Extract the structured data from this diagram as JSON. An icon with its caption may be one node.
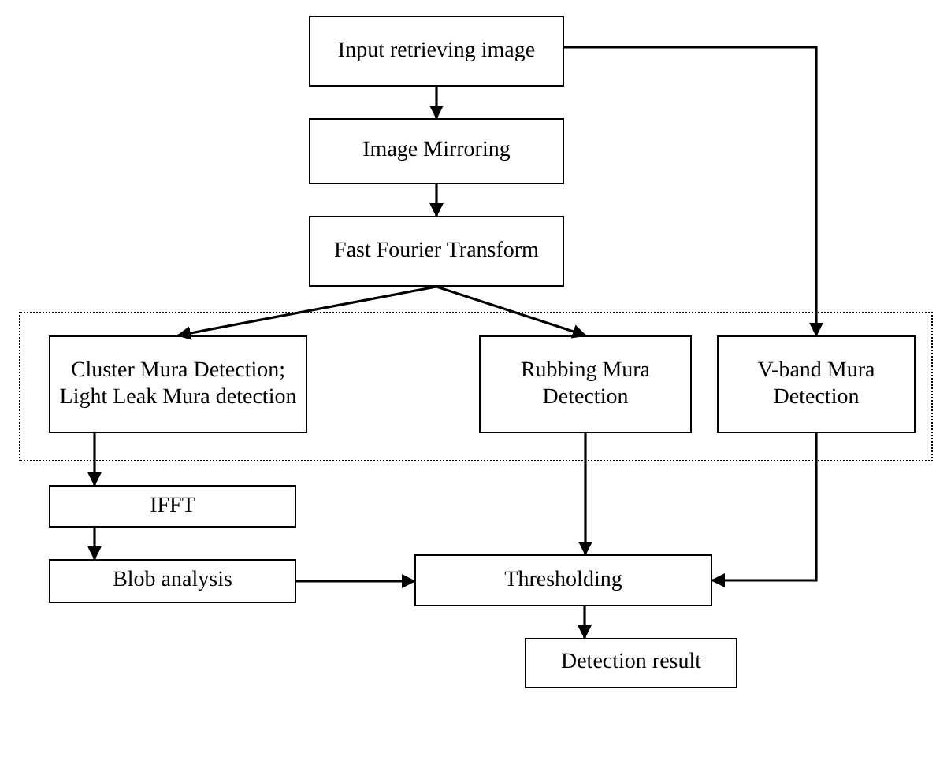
{
  "diagram": {
    "nodes": [
      {
        "text": [
          "Input retrieving image"
        ]
      },
      {
        "text": [
          "Image Mirroring"
        ]
      },
      {
        "text": [
          "Fast Fourier Transform"
        ]
      },
      {
        "text": [],
        "shape": "box"
      },
      {
        "text": [
          "Cluster Mura Detection; Light Leak Mura detection"
        ],
        "in": 3
      },
      {
        "text": [
          "Rubbing Mura Detection"
        ],
        "in": 3
      },
      {
        "text": [
          "V-band Mura Detection"
        ],
        "in": 3
      },
      {
        "text": [
          "IFFT"
        ]
      },
      {
        "text": [
          "Blob analysis"
        ]
      },
      {
        "text": [
          "Thresholding"
        ]
      },
      {
        "text": [
          "Detection result"
        ]
      }
    ],
    "edges": [
      {
        "from": 0,
        "to": 1,
        "arrow": "to"
      },
      {
        "from": 1,
        "to": 2,
        "arrow": "to"
      },
      {
        "from": 2,
        "to": 4,
        "arrow": "to"
      },
      {
        "from": 2,
        "to": 5,
        "arrow": "to"
      },
      {
        "from": 0,
        "to": 6,
        "arrow": "to"
      },
      {
        "from": 4,
        "to": 7,
        "arrow": "to"
      },
      {
        "from": 7,
        "to": 8,
        "arrow": "to"
      },
      {
        "from": 8,
        "to": 9,
        "arrow": "to"
      },
      {
        "from": 5,
        "to": 9,
        "arrow": "to"
      },
      {
        "from": 6,
        "to": 9,
        "arrow": "to"
      },
      {
        "from": 9,
        "to": 10,
        "arrow": "to"
      }
    ]
  }
}
